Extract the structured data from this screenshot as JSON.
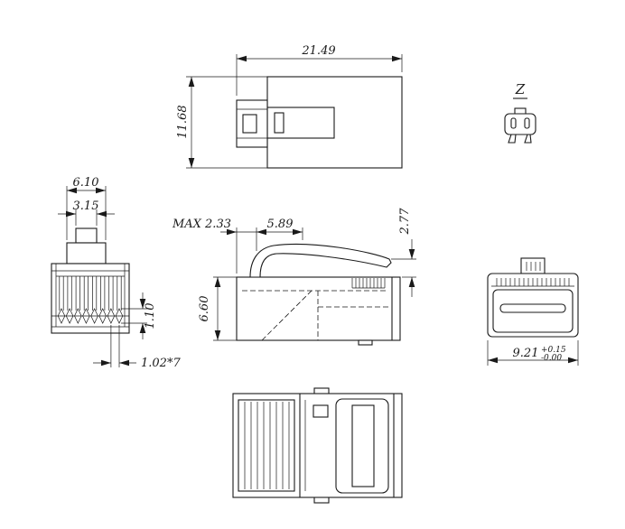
{
  "drawing": {
    "colors": {
      "line": "#1a1a1a",
      "background": "#ffffff",
      "hatch": "#333333"
    },
    "views": {
      "side_shielded": {
        "dim_length": "21.49",
        "dim_height": "11.68"
      },
      "detail_z": {
        "label": "Z"
      },
      "front": {
        "dim_width": "6.10",
        "dim_tab": "3.15",
        "dim_contact_height": "1.10",
        "dim_pitch": "1.02*7"
      },
      "side_latch": {
        "dim_front_max": "MAX  2.33",
        "dim_latch_len": "5.89",
        "dim_latch_rise": "2.77",
        "dim_body_height": "6.60"
      },
      "rear": {
        "dim_width": "9.21",
        "dim_tol_upper": "+0.15",
        "dim_tol_lower": "-0.00"
      }
    }
  }
}
